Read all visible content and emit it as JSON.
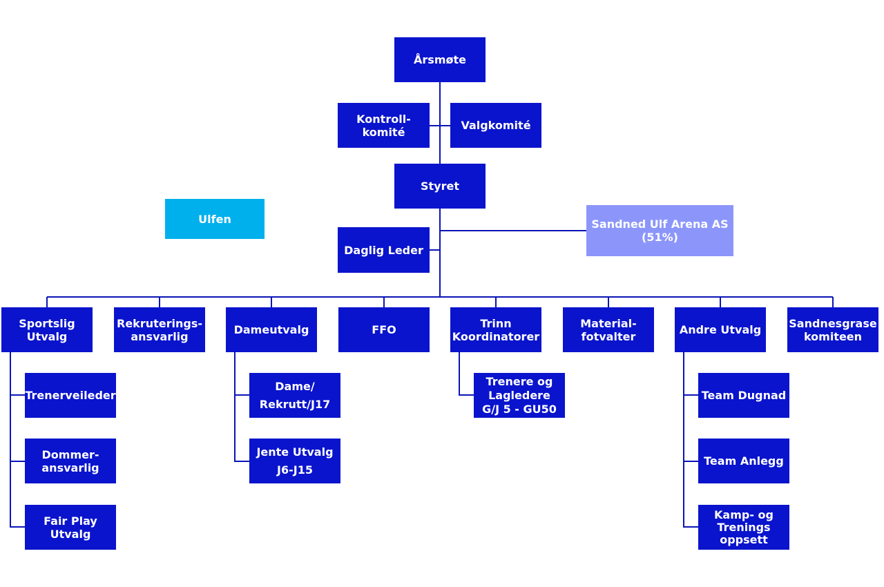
{
  "colors": {
    "box": "#0a14cc",
    "ulfen": "#00b0ec",
    "arena": "#8c96fa",
    "line": "#0a14b4",
    "text": "#ffffff"
  },
  "top": {
    "arsmote": "Årsmøte",
    "kontrollkomite": "Kontroll-\nkomité",
    "valgkomite": "Valgkomité",
    "styret": "Styret",
    "daglig_leder": "Daglig Leder",
    "arena": "Sandned Ulf Arena AS\n(51%)",
    "ulfen": "Ulfen"
  },
  "departments": [
    {
      "label": "Sportslig\nUtvalg"
    },
    {
      "label": "Rekruterings-\nansvarlig"
    },
    {
      "label": "Dameutvalg"
    },
    {
      "label": "FFO"
    },
    {
      "label": "Trinn\nKoordinatorer"
    },
    {
      "label": "Material-\nfotvalter"
    },
    {
      "label": "Andre Utvalg"
    },
    {
      "label": "Sandnesgrase\nkomiteen"
    }
  ],
  "sub": {
    "sportslig": [
      "Trenerveileder",
      "Dommer-\nansvarlig",
      "Fair Play\nUtvalg"
    ],
    "dame": [
      "Dame/\nRekrutt/J17",
      "Jente Utvalg\nJ6-J15"
    ],
    "trinn": [
      "Trenere og\nLagledere\nG/J 5 - GU50"
    ],
    "andre": [
      "Team Dugnad",
      "Team Anlegg",
      "Kamp- og\nTrenings\noppsett"
    ]
  }
}
